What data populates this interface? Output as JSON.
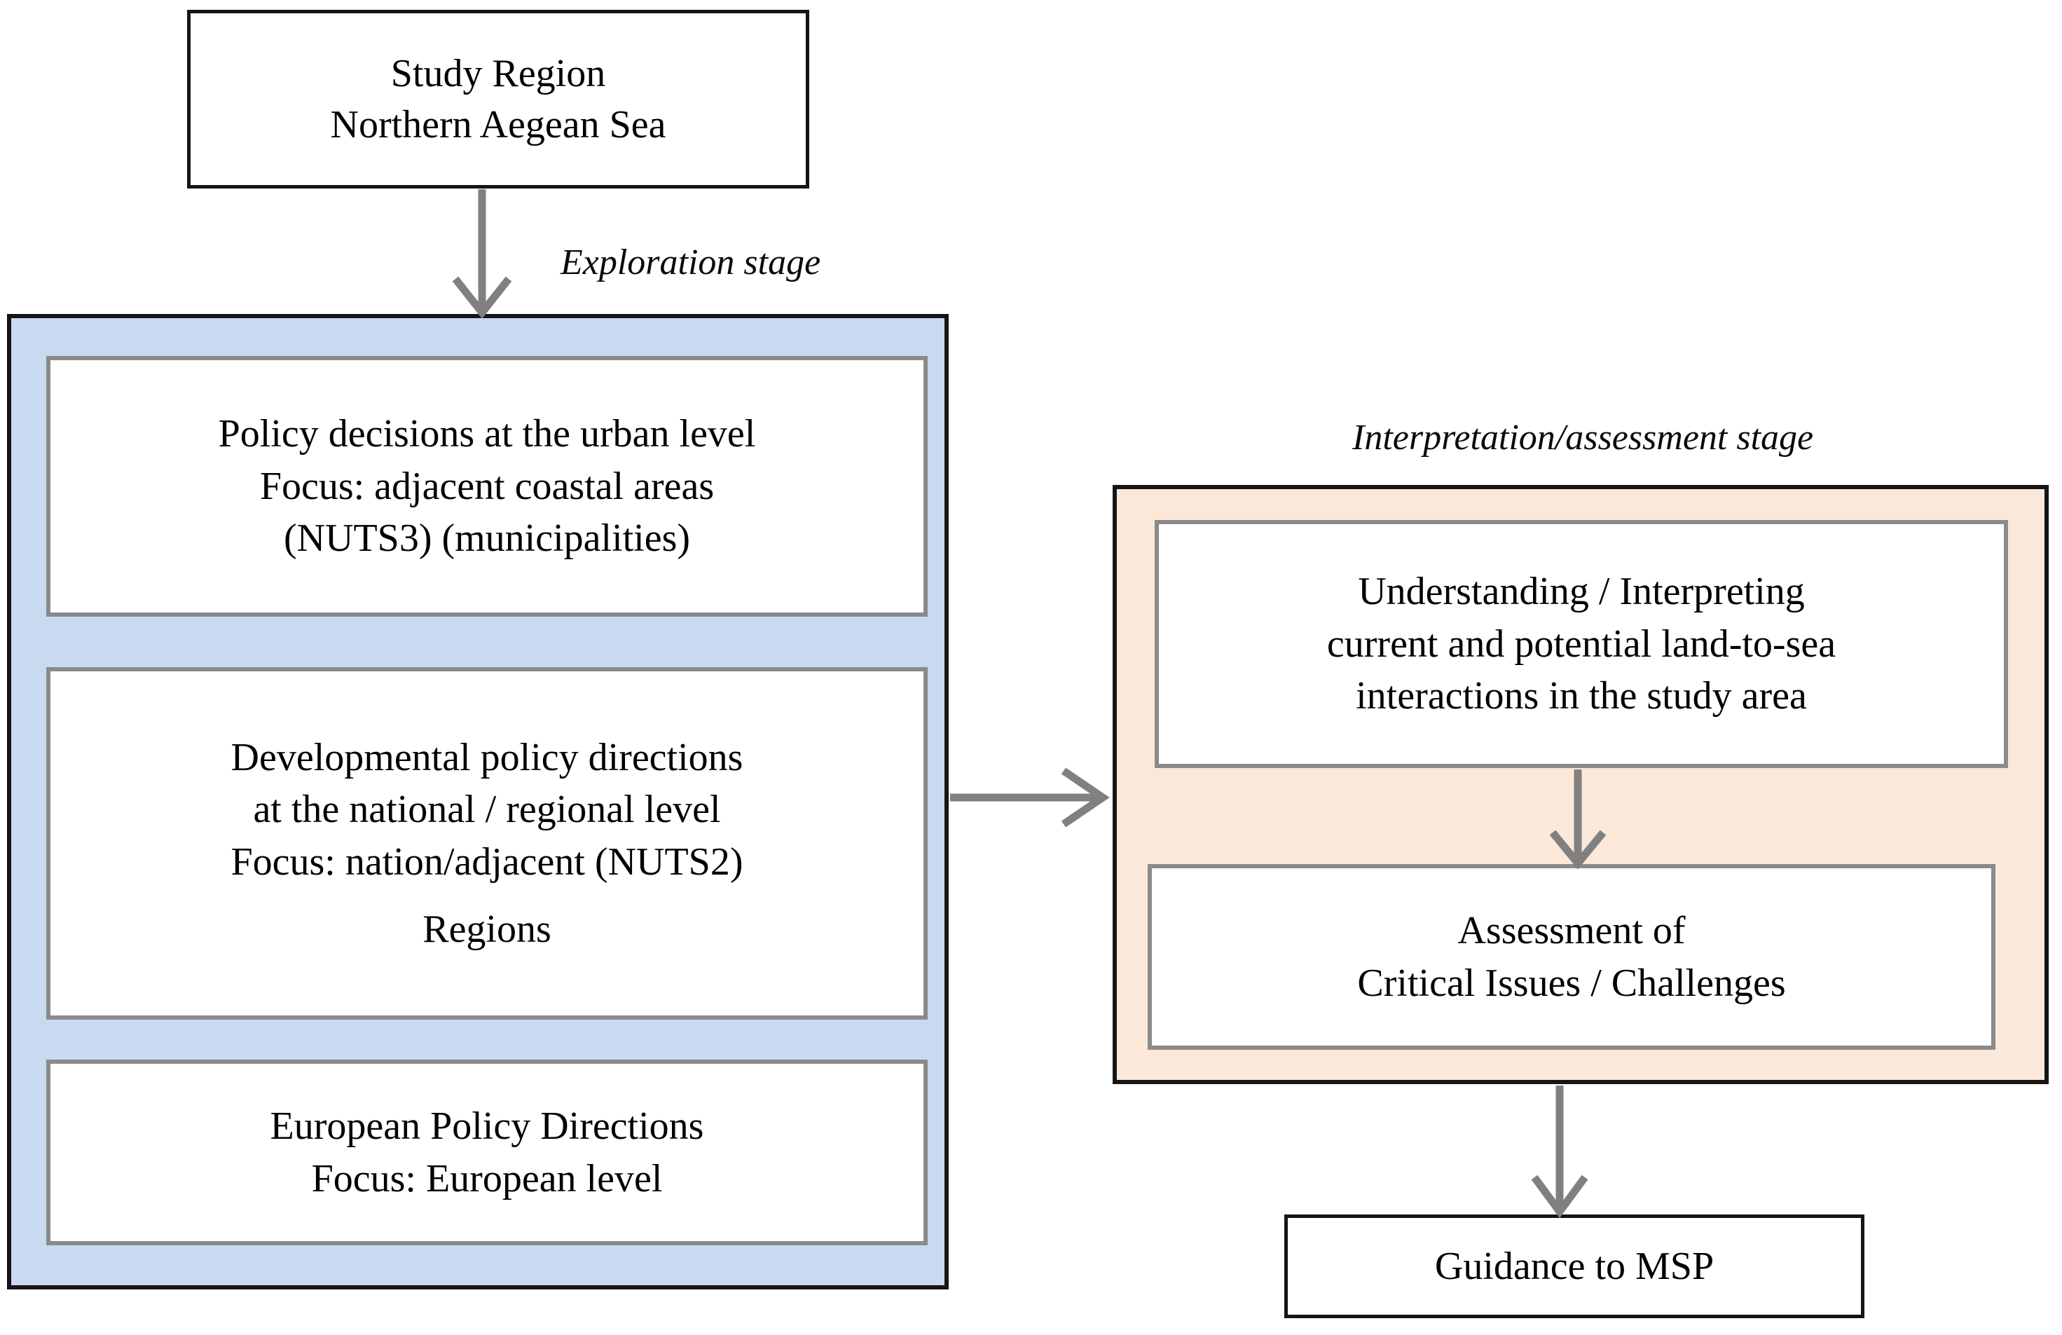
{
  "diagram": {
    "title_box": {
      "name": "study-region",
      "lines": [
        "Study Region",
        "Northern Aegean Sea"
      ]
    },
    "stages": [
      {
        "id": "exploration",
        "label": "Exploration stage",
        "panel_color": "#c9d9ef",
        "boxes": [
          {
            "id": "urban-policy",
            "lines": [
              "Policy decisions at the urban level",
              "Focus: adjacent coastal areas",
              "(NUTS3) (municipalities)"
            ]
          },
          {
            "id": "national-regional-policy",
            "lines": [
              "Developmental policy directions",
              "at the national / regional level",
              "Focus: nation/adjacent (NUTS2)",
              "Regions"
            ]
          },
          {
            "id": "european-policy",
            "lines": [
              "European Policy Directions",
              "Focus: European level"
            ]
          }
        ]
      },
      {
        "id": "interpretation-assessment",
        "label": "Interpretation/assessment  stage",
        "panel_color": "#fce8d8",
        "boxes": [
          {
            "id": "understanding-interpreting",
            "lines": [
              "Understanding / Interpreting",
              "current and potential land-to-sea",
              "interactions in the study area"
            ]
          },
          {
            "id": "assessment-critical-issues",
            "lines": [
              "Assessment of",
              "Critical Issues / Challenges"
            ]
          }
        ]
      }
    ],
    "output_box": {
      "id": "guidance-to-msp",
      "lines": [
        "Guidance to MSP"
      ]
    },
    "connectors": [
      {
        "id": "study-region-to-exploration",
        "direction": "down"
      },
      {
        "id": "exploration-to-interpretation",
        "direction": "right"
      },
      {
        "id": "understanding-to-assessment",
        "direction": "down"
      },
      {
        "id": "assessment-to-guidance",
        "direction": "down"
      }
    ],
    "colors": {
      "exploration_panel": "#c9d9ef",
      "interpretation_panel": "#fce8d8",
      "inner_box_border": "#8a8a8a",
      "outer_border": "#151515",
      "arrow": "#808080",
      "text": "#000000"
    }
  }
}
